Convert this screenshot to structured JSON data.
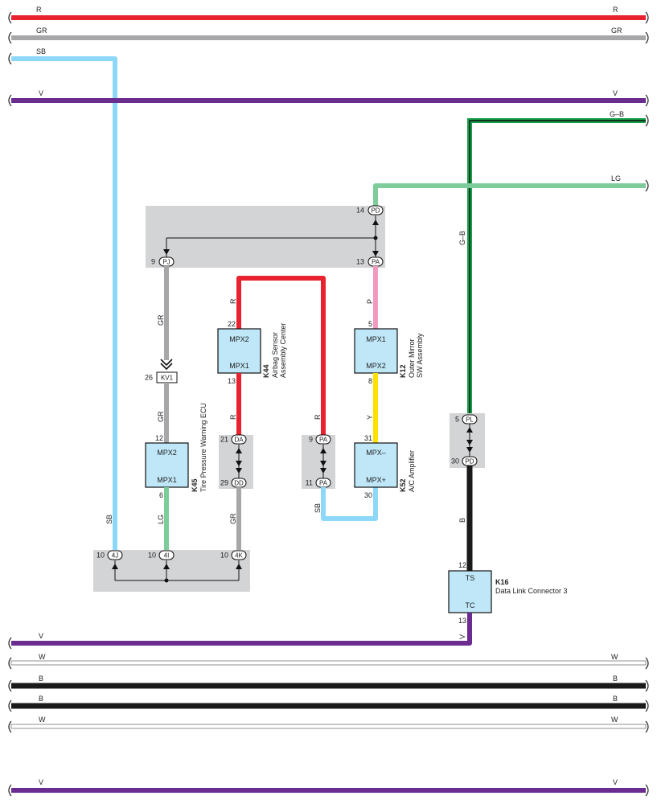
{
  "colors": {
    "R": "#e8232f",
    "GR": "#a7a7a9",
    "SB": "#8dd8f8",
    "V": "#6a2d8f",
    "LG": "#7ecb9b",
    "P": "#f19ac0",
    "Y": "#ffe100",
    "B": "#1a1a1a",
    "G": "#16a04a",
    "W": "#ffffff",
    "component_fill": "#bfe7f8",
    "junction_fill": "#d3d4d6"
  },
  "bus": {
    "r_top": {
      "left": "R",
      "right": "R"
    },
    "gr_top": {
      "left": "GR",
      "right": "GR"
    },
    "sb": {
      "left": "SB"
    },
    "v_top": {
      "left": "V",
      "right": "V"
    },
    "gb": {
      "right": "G–B"
    },
    "lg": {
      "right": "LG"
    },
    "v_mid": {
      "left": "V"
    },
    "w1": {
      "left": "W",
      "right": "W"
    },
    "b1": {
      "left": "B",
      "right": "B"
    },
    "b2": {
      "left": "B",
      "right": "B"
    },
    "w2": {
      "left": "W",
      "right": "W"
    },
    "v_bot": {
      "left": "V",
      "right": "V"
    }
  },
  "junction_top": {
    "pd": {
      "pin": "14",
      "name": "PD"
    },
    "pj": {
      "pin": "9",
      "name": "PJ"
    },
    "pa": {
      "pin": "13",
      "name": "PA"
    }
  },
  "k45": {
    "id": "K45",
    "title": "Tire Pressure Warning ECU",
    "top_port": "MPX2",
    "bottom_port": "MPX1",
    "top_pin": "12",
    "bottom_pin": "6",
    "wire_in": "GR",
    "wire_in2": "GR",
    "wire_out": "LG",
    "kv1": {
      "pin": "26",
      "name": "KV1"
    }
  },
  "k44": {
    "id": "K44",
    "title_line1": "Airbag Sensor",
    "title_line2": "Assembly Center",
    "top_port": "MPX2",
    "bottom_port": "MPX1",
    "top_pin": "22",
    "bottom_pin": "13",
    "wire_top": "R",
    "wire_bottom": "R"
  },
  "k12": {
    "id": "K12",
    "title_line1": "Outer Mirror",
    "title_line2": "SW Assembly",
    "top_port": "MPX1",
    "bottom_port": "MPX2",
    "top_pin": "5",
    "bottom_pin": "8",
    "wire_top": "P",
    "wire_bottom": "Y"
  },
  "k52": {
    "id": "K52",
    "title": "A/C Amplifier",
    "top_port": "MPX–",
    "bottom_port": "MPX+",
    "top_pin": "31",
    "bottom_pin": "30",
    "wire_bottom": "SB"
  },
  "k16": {
    "id": "K16",
    "title": "Data Link Connector 3",
    "top_port": "TS",
    "bottom_port": "TC",
    "top_pin": "12",
    "bottom_pin": "13",
    "wire_top": "B",
    "wire_bottom": "V",
    "wire_gb": "G–B"
  },
  "junction_da": {
    "da": {
      "pin": "21",
      "name": "DA"
    },
    "dd": {
      "pin": "29",
      "name": "DD"
    },
    "wire_out": "GR"
  },
  "junction_pa": {
    "pa1": {
      "pin": "9",
      "name": "PA"
    },
    "pa2": {
      "pin": "11",
      "name": "PA"
    },
    "wire_in": "R"
  },
  "junction_pl": {
    "pl": {
      "pin": "5",
      "name": "PL"
    },
    "pd": {
      "pin": "30",
      "name": "PD"
    }
  },
  "junction_bottom": {
    "j4": {
      "pin": "10",
      "name": "4J"
    },
    "i4": {
      "pin": "10",
      "name": "4I"
    },
    "k4": {
      "pin": "10",
      "name": "4K"
    },
    "wire_sb": "SB"
  }
}
